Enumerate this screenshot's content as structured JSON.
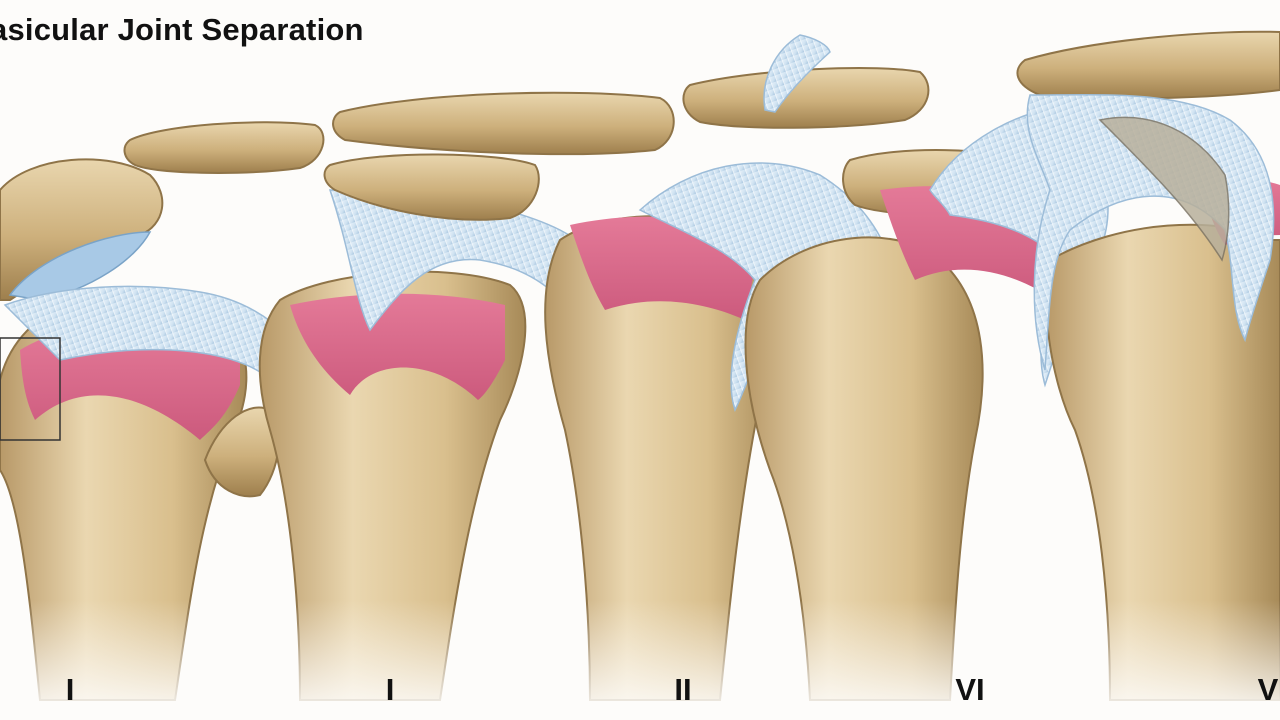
{
  "diagram": {
    "title": "asicular Joint Separation",
    "grade_labels": [
      "I",
      "I",
      "II",
      "VI",
      "V"
    ]
  },
  "colors": {
    "background": "#fdfcfa",
    "bone_light": "#e6d2a8",
    "bone_mid": "#c9ad7a",
    "bone_dark": "#8f7448",
    "cartilage_pink": "#dd6a8c",
    "ligament_blue": "#cfe3f2",
    "ligament_shadow": "#9cbcd8",
    "text": "#111111"
  }
}
